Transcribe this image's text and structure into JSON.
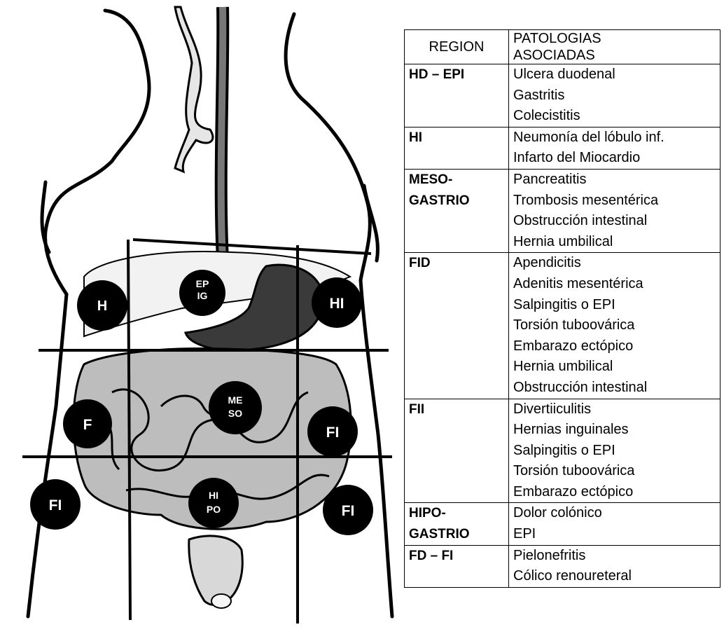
{
  "diagram": {
    "region_labels": {
      "h": "H",
      "epig": [
        "EP",
        "IG"
      ],
      "hi": "HI",
      "f": "F",
      "meso": [
        "ME",
        "SO"
      ],
      "fi_mid": "FI",
      "fi_left": "FI",
      "hipo": [
        "HI",
        "PO"
      ],
      "fi_right": "FI"
    }
  },
  "table": {
    "headers": {
      "region": "REGION",
      "pathologies": [
        "PATOLOGIAS",
        "ASOCIADAS"
      ]
    },
    "rows": [
      {
        "region": [
          "HD – EPI"
        ],
        "pathologies": [
          "Ulcera duodenal",
          "Gastritis",
          "Colecistitis"
        ]
      },
      {
        "region": [
          "HI"
        ],
        "pathologies": [
          "Neumonía del lóbulo inf.",
          "Infarto del Miocardio"
        ]
      },
      {
        "region": [
          "MESO-",
          "GASTRIO"
        ],
        "pathologies": [
          "Pancreatitis",
          "Trombosis mesentérica",
          "Obstrucción intestinal",
          "Hernia umbilical"
        ]
      },
      {
        "region": [
          "FID"
        ],
        "pathologies": [
          "Apendicitis",
          "Adenitis mesentérica",
          "Salpingitis o EPI",
          "Torsión tuboovárica",
          "Embarazo ectópico",
          "Hernia umbilical",
          "Obstrucción intestinal"
        ]
      },
      {
        "region": [
          "FII"
        ],
        "pathologies": [
          "Divertiiculitis",
          "Hernias inguinales",
          "Salpingitis o EPI",
          "Torsión tuboovárica",
          "Embarazo  ectópico"
        ]
      },
      {
        "region": [
          "HIPO-",
          "GASTRIO"
        ],
        "pathologies": [
          "Dolor colónico",
          "EPI"
        ]
      },
      {
        "region": [
          "FD – FI"
        ],
        "pathologies": [
          "Pielonefritis",
          "Cólico renoureteral"
        ]
      }
    ]
  }
}
